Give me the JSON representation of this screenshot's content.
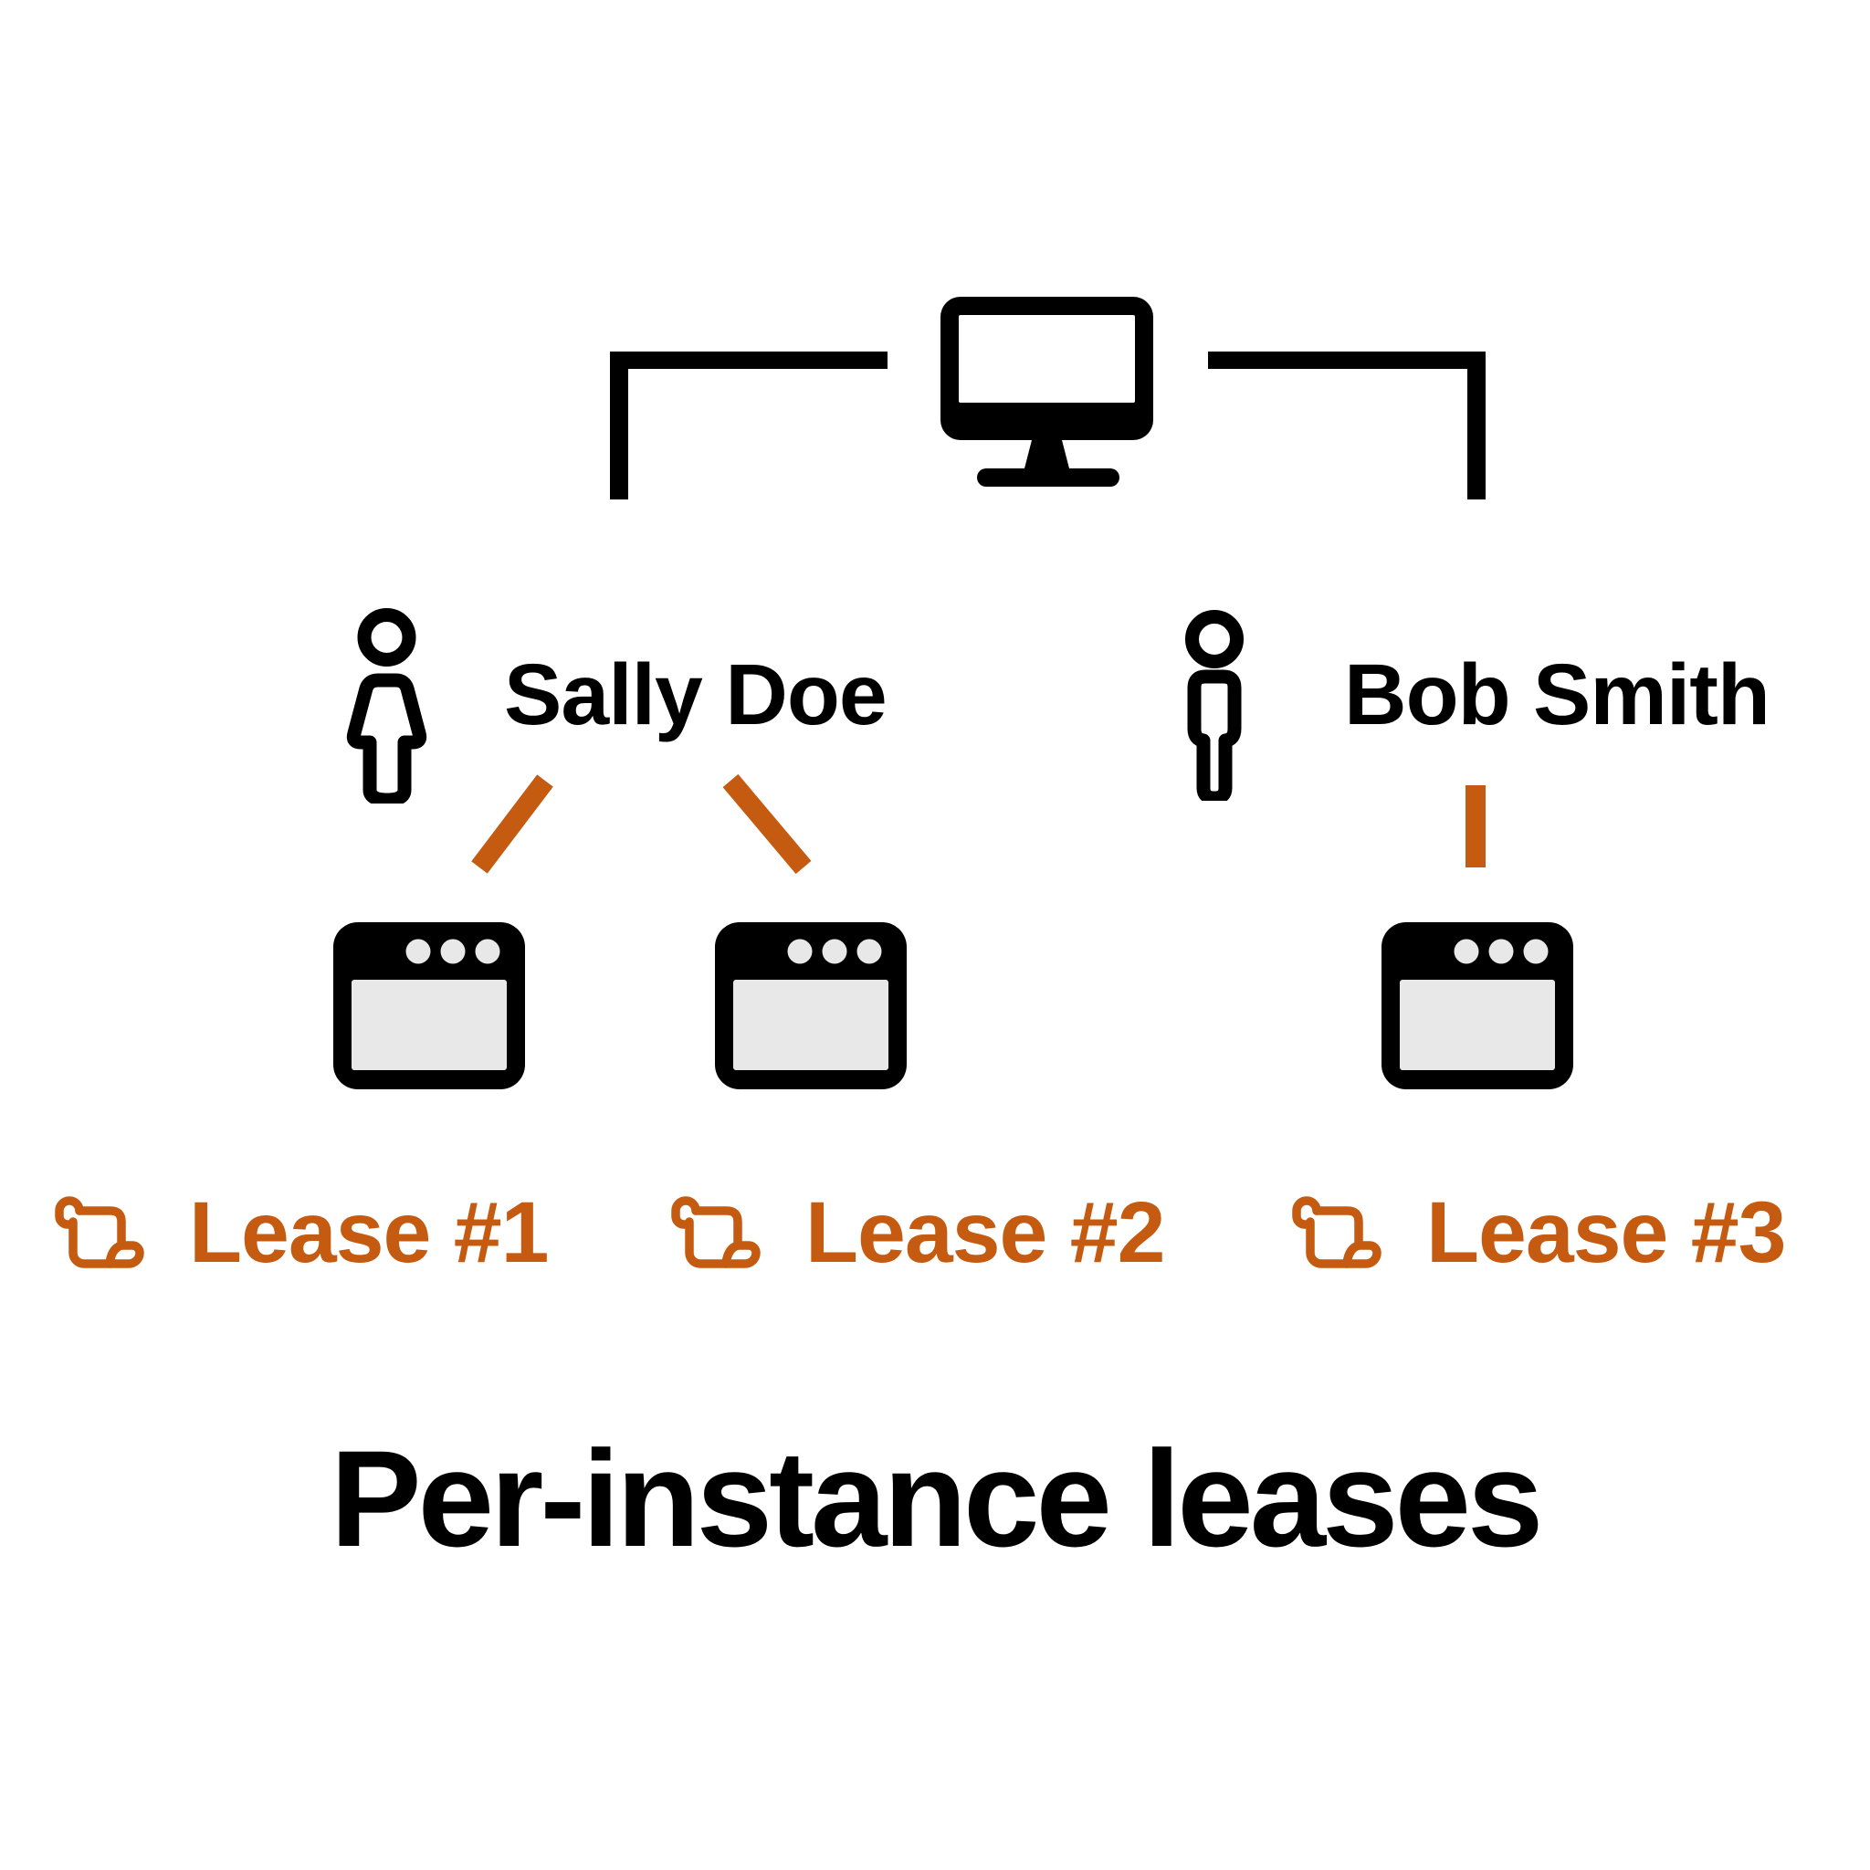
{
  "title": "Per-instance leases",
  "server": {
    "icon": "monitor-icon"
  },
  "users": [
    {
      "name": "Sally Doe",
      "icon": "female-user-icon",
      "instances": 2
    },
    {
      "name": "Bob Smith",
      "icon": "male-user-icon",
      "instances": 1
    }
  ],
  "browsers": [
    {
      "icon": "browser-window-icon",
      "owner": "Sally Doe"
    },
    {
      "icon": "browser-window-icon",
      "owner": "Sally Doe"
    },
    {
      "icon": "browser-window-icon",
      "owner": "Bob Smith"
    }
  ],
  "leases": [
    {
      "label": "Lease #1",
      "icon": "scroll-icon"
    },
    {
      "label": "Lease #2",
      "icon": "scroll-icon"
    },
    {
      "label": "Lease #3",
      "icon": "scroll-icon"
    }
  ],
  "colors": {
    "accent_orange": "#C55A11",
    "ink_black": "#000000",
    "browser_content_gray": "#E8E8E8"
  }
}
